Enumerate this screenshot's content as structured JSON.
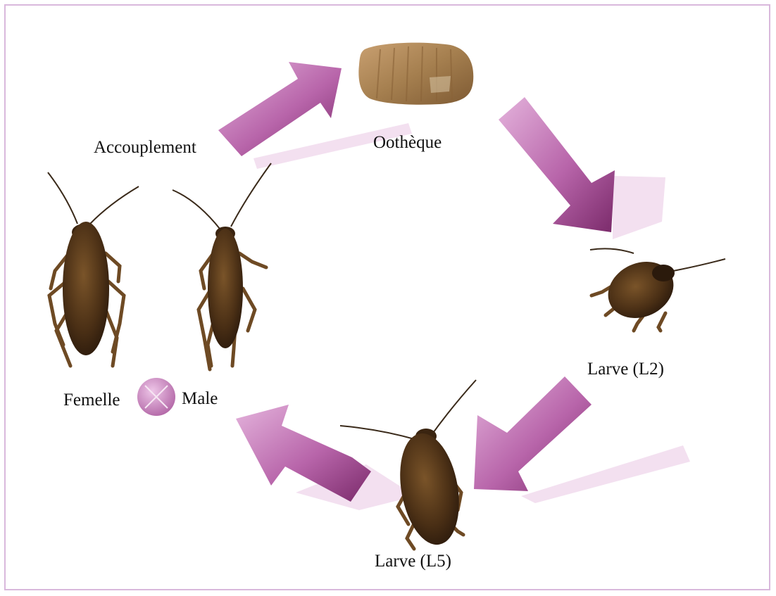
{
  "diagram": {
    "labels": {
      "mating": "Accouplement",
      "ootheca": "Oothèque",
      "larva_l2": "Larve (L2)",
      "larva_l5": "Larve (L5)",
      "female": "Femelle",
      "male": "Male"
    },
    "colors": {
      "arrow_light": "#d79bd0",
      "arrow_dark": "#7a2a6a",
      "arrow_faint": "#f1dcee",
      "frame_border": "#d9b8dc",
      "insect_dark": "#2b1a0c",
      "insect_mid": "#5a3a1c",
      "ootheca": "#a57f4f"
    }
  }
}
